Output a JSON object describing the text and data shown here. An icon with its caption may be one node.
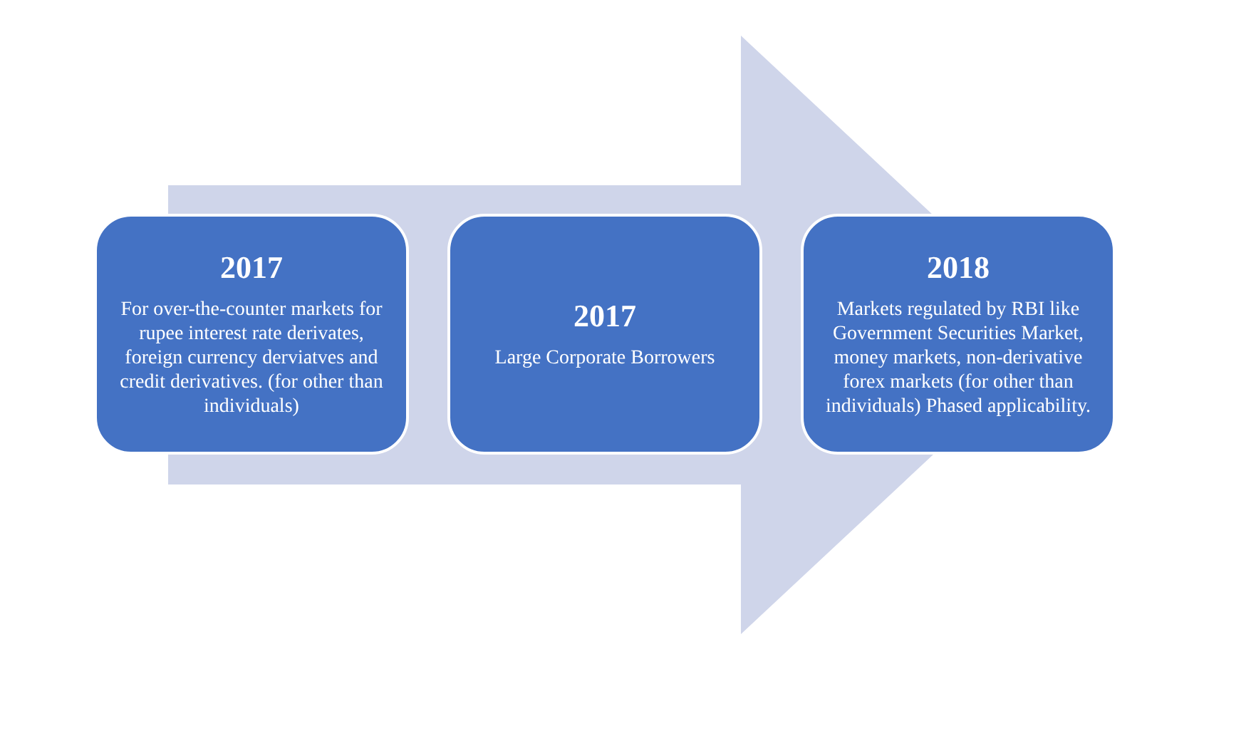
{
  "diagram": {
    "nodes": [
      {
        "text": [
          "2017",
          "For over-the-counter markets for rupee interest rate derivates, foreign currency derviatves and credit derivatives. (for other than individuals)"
        ]
      },
      {
        "text": [
          "2017",
          "Large Corporate Borrowers"
        ]
      },
      {
        "text": [
          "2018",
          "Markets regulated by RBI like Government Securities Market, money markets, non-derivative forex markets (for other than individuals) Phased applicability."
        ]
      }
    ],
    "edges": [
      {
        "from": 0,
        "to": 2,
        "arrow": "to"
      }
    ]
  }
}
